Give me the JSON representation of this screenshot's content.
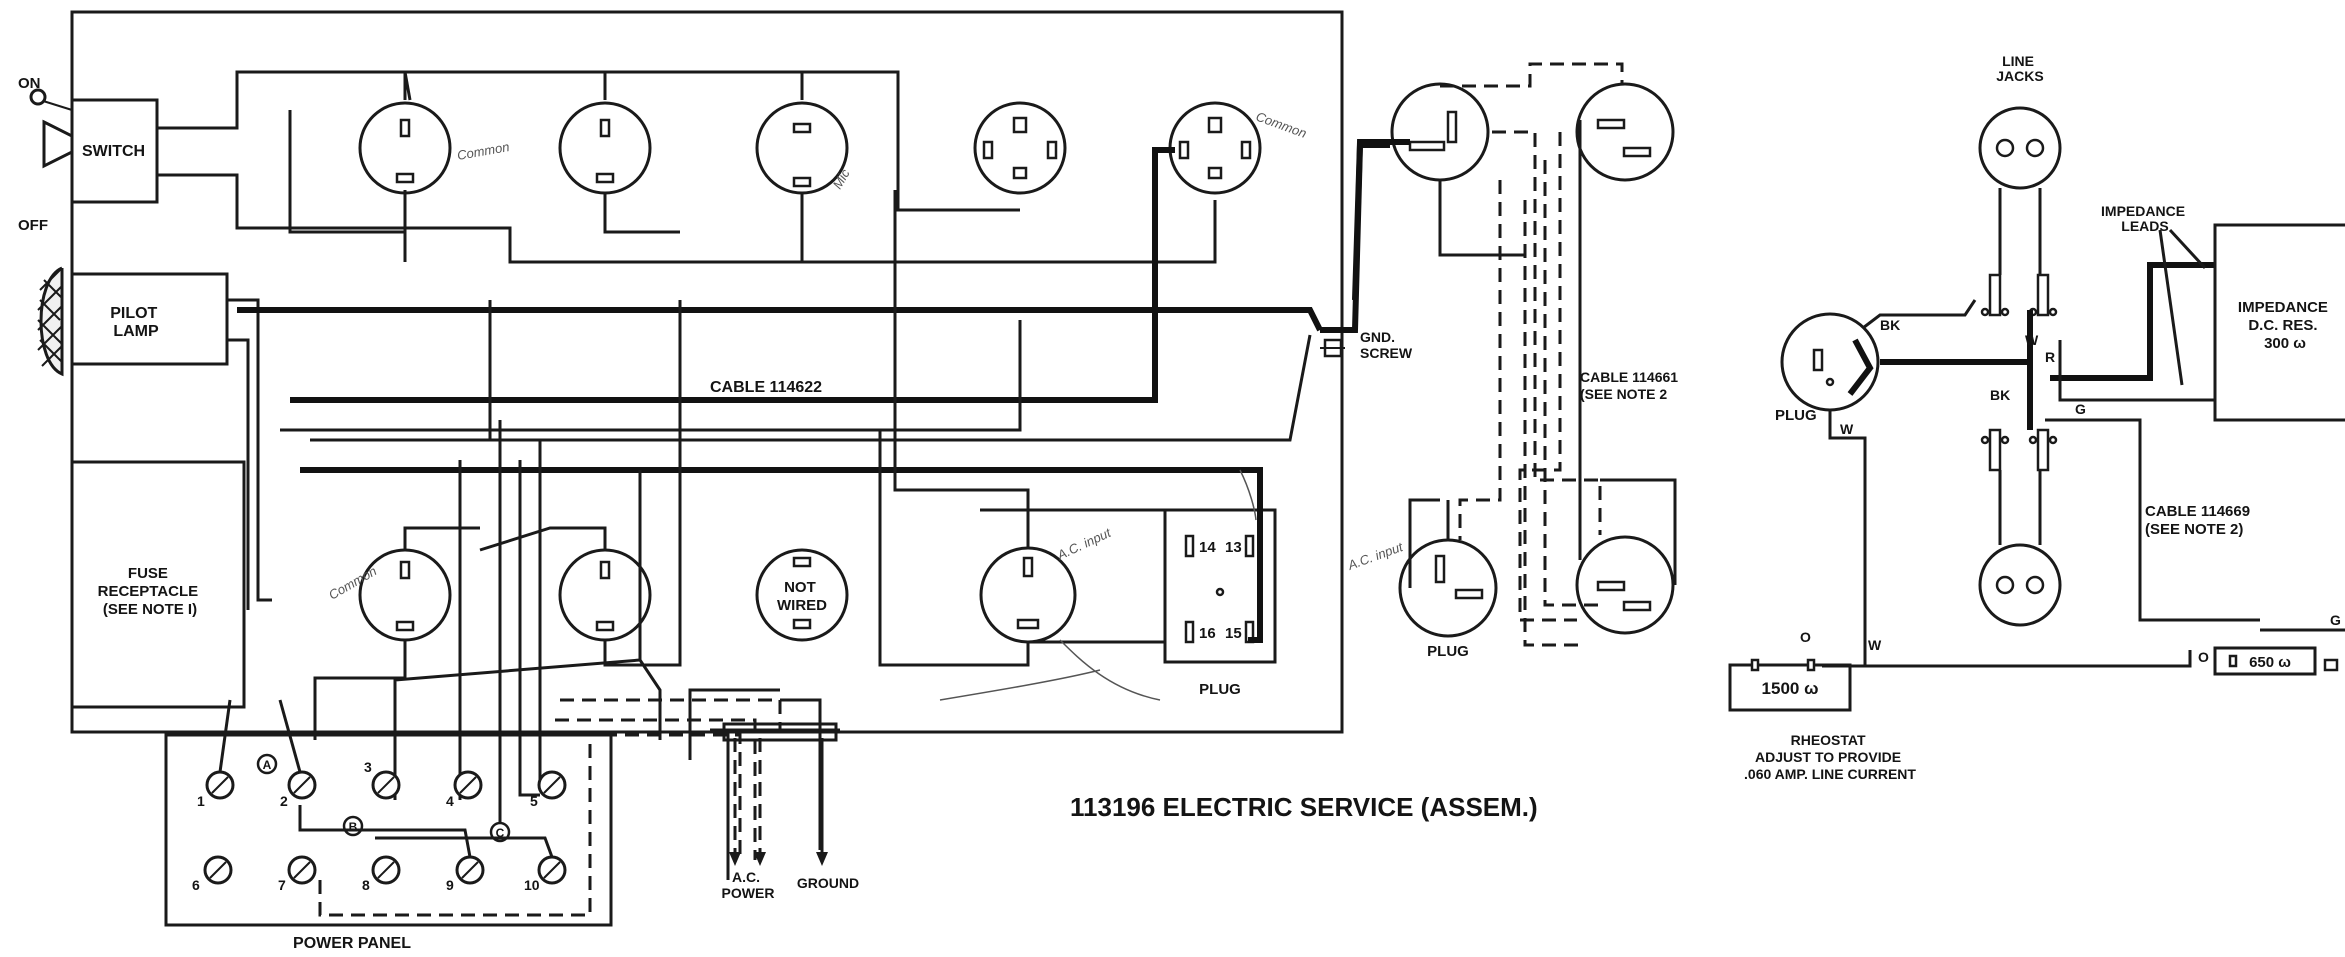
{
  "title": "113196 ELECTRIC SERVICE (ASSEM.)",
  "switch": {
    "on": "ON",
    "off": "OFF",
    "label": "SWITCH"
  },
  "pilot_lamp": [
    "PILOT",
    "LAMP"
  ],
  "fuse_receptacle": [
    "FUSE",
    "RECEPTACLE",
    "(SEE NOTE I)"
  ],
  "cable_main": "CABLE 114622",
  "not_wired": [
    "NOT",
    "WIRED"
  ],
  "plug_center": {
    "pins": [
      "14",
      "13",
      "16",
      "15"
    ],
    "label": "PLUG"
  },
  "gnd_screw": [
    "GND.",
    "SCREW"
  ],
  "cable_mid": [
    "CABLE 114661",
    "(SEE NOTE 2"
  ],
  "plug_mid": "PLUG",
  "power_panel": {
    "label": "POWER PANEL",
    "terminals": [
      "1",
      "2",
      "3",
      "4",
      "5",
      "6",
      "7",
      "8",
      "9",
      "10"
    ],
    "tags": [
      "A",
      "B",
      "C"
    ]
  },
  "ac_power": [
    "A.C.",
    "POWER"
  ],
  "ground": "GROUND",
  "right": {
    "line_jacks": [
      "LINE",
      "JACKS"
    ],
    "impedance_leads": [
      "IMPEDANCE",
      "LEADS"
    ],
    "impedance_box": [
      "IMPEDANCE",
      "D.C. RES.",
      "300 ω"
    ],
    "plug": "PLUG",
    "wire_codes": {
      "bk1": "BK",
      "w1": "W",
      "r": "R",
      "bk2": "BK",
      "g1": "G",
      "w2": "W",
      "o1": "O",
      "w3": "W",
      "o2": "O",
      "g2": "G"
    },
    "cable": [
      "CABLE 114669",
      "(SEE NOTE 2)"
    ],
    "rheostat_value": "1500 ω",
    "rheostat": [
      "RHEOSTAT",
      "ADJUST TO PROVIDE",
      ".060 AMP. LINE CURRENT"
    ],
    "resistor_value": "650 ω"
  },
  "handwritten": [
    "Common",
    "Common",
    "Mic",
    "Common",
    "A.C. input",
    "A.C. input"
  ]
}
